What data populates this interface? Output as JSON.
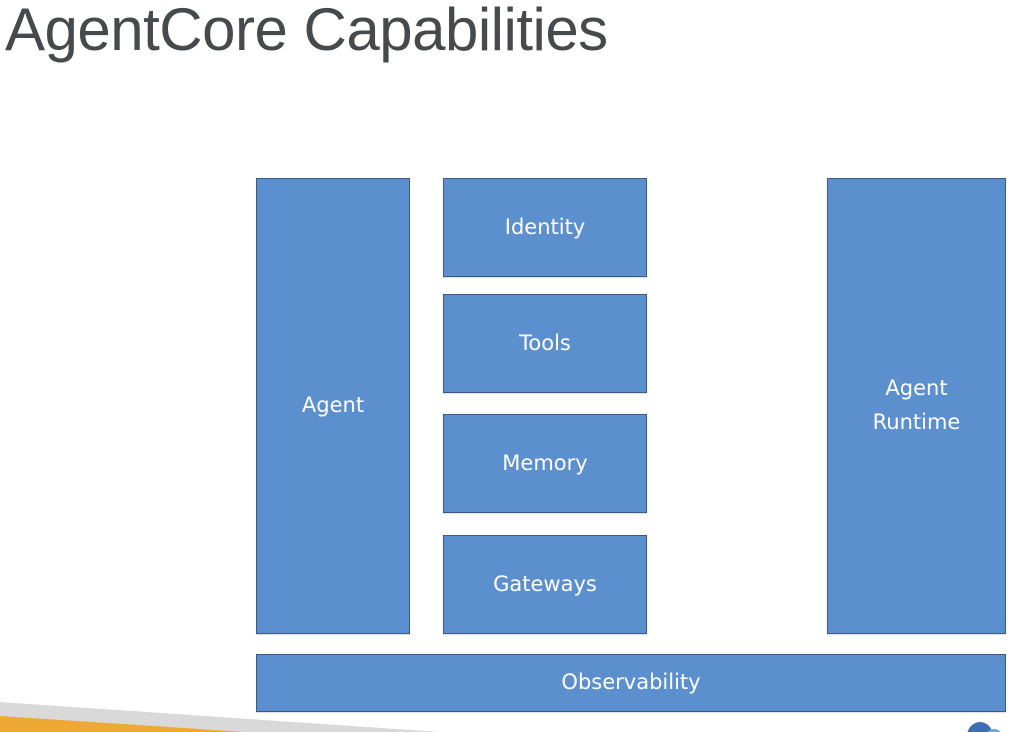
{
  "slide": {
    "title": "AgentCore Capabilities"
  },
  "diagram": {
    "boxes": {
      "agent": "Agent",
      "identity": "Identity",
      "tools": "Tools",
      "memory": "Memory",
      "gateways": "Gateways",
      "runtime_line1": "Agent",
      "runtime_line2": "Runtime",
      "observability": "Observability"
    },
    "colors": {
      "box_fill": "#5b8fcd",
      "box_border": "#3d5a82",
      "title_text": "#474a4d",
      "accent_orange": "#eda933",
      "accent_gray": "#d9d9d9",
      "logo_blue": "#3f6db3"
    }
  }
}
